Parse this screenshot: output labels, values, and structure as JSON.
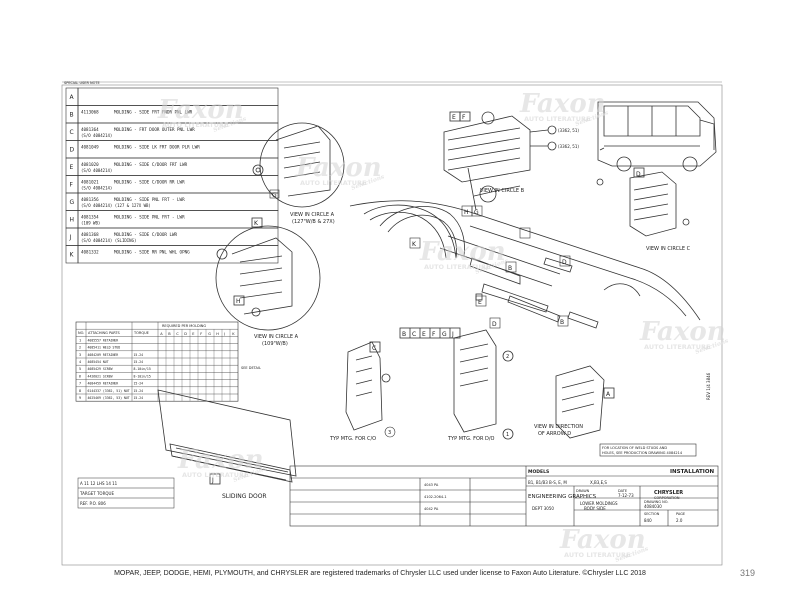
{
  "header_strip": "SPECIAL USER NOTE",
  "parts_table": {
    "rows": [
      {
        "letter": "A",
        "part": "",
        "desc": "",
        "note": ""
      },
      {
        "letter": "B",
        "part": "4113068",
        "desc": "MOLDING - SIDE FRT FNDR PNL LWR",
        "note": ""
      },
      {
        "letter": "C",
        "part": "4081364",
        "desc": "MOLDING - FRT DOOR OUTER PNL LWR",
        "note": "(S/O 4084214)"
      },
      {
        "letter": "D",
        "part": "4081049",
        "desc": "MOLDING - SIDE LK FRT DOOR PLR LWR",
        "note": ""
      },
      {
        "letter": "E",
        "part": "4081020",
        "desc": "MOLDING - SIDE C/DOOR FRT LWR",
        "note": "(S/O 4084214)"
      },
      {
        "letter": "F",
        "part": "4081021",
        "desc": "MOLDING - SIDE C/DOOR RR LWR",
        "note": "(S/O 4084214)"
      },
      {
        "letter": "G",
        "part": "4081356",
        "desc": "MOLDING - SIDE PNL FRT - LWR",
        "note": "(S/O 4084214)  (127 & 127X WB)"
      },
      {
        "letter": "H",
        "part": "4081354",
        "desc": "MOLDING - SIDE PNL FRT - LWR",
        "note": "(109 WB)"
      },
      {
        "letter": "J",
        "part": "4081368",
        "desc": "MOLDING - SIDE C/DOOR LWR",
        "note": "(S/O 4084214)  (SLIDING)"
      },
      {
        "letter": "K",
        "part": "4081332",
        "desc": "MOLDING - SIDE RR PNL WHL OPNG",
        "note": ""
      }
    ]
  },
  "views": {
    "circle_a_127": "VIEW IN CIRCLE A",
    "circle_a_127_sub": "(127\"W/B & 27X)",
    "circle_a_109": "VIEW IN CIRCLE A",
    "circle_a_109_sub": "(109\"W/B)",
    "circle_b": "VIEW IN CIRCLE B",
    "circle_c": "VIEW IN CIRCLE C",
    "direction": "VIEW IN DIRECTION",
    "direction_sub": "OF ARROW D",
    "typ_co": "TYP MTG. FOR C/O",
    "typ_do": "TYP MTG. FOR D/O",
    "sliding_door": "SLIDING DOOR",
    "bolt_note_1": "FOR LOCATION OF WELD STUDS AND",
    "bolt_note_2": "HOLES, SEE PRODUCTION DRAWING 4084214",
    "callout_bceg": [
      "B",
      "C",
      "E",
      "F",
      "G",
      "J"
    ],
    "callout_fgh": [
      "H",
      "G"
    ],
    "callout_ef": [
      "E",
      "F"
    ],
    "nut_b": "(3362, 51)",
    "nut_b2": "(3362, 51)",
    "ref_numbers": [
      "1",
      "2",
      "3"
    ]
  },
  "fastener_table": {
    "headers": [
      "NO.",
      "ATTACHING PARTS",
      "TORQUE",
      "REQUIRED PER MOLDING"
    ],
    "cols": [
      "A",
      "B",
      "C",
      "D",
      "E",
      "F",
      "G",
      "H",
      "J",
      "K"
    ],
    "rows": [
      {
        "no": "1",
        "part": "4085557 RETAINER",
        "torque": ""
      },
      {
        "no": "2",
        "part": "4085411 WELD STUD",
        "torque": ""
      },
      {
        "no": "3",
        "part": "4084209 RETAINER",
        "torque": "15-24"
      },
      {
        "no": "4",
        "part": "4085454 NUT",
        "torque": "15-24"
      },
      {
        "no": "5",
        "part": "4085429 SCREW",
        "torque": "8-10in/15"
      },
      {
        "no": "6",
        "part": "4426021 SCREW",
        "torque": "8-10in/15"
      },
      {
        "no": "7",
        "part": "4084459 RETAINER",
        "torque": "15-24"
      },
      {
        "no": "8",
        "part": "6144337 (3362, 51) NUT",
        "torque": "15-24"
      },
      {
        "no": "9",
        "part": "4025469 (3362, 53) NUT",
        "torque": "15-24"
      }
    ],
    "note": "SEE DETAIL"
  },
  "title_block": {
    "models_label": "MODELS",
    "models": "B1, B1/B3 B-S, E, M",
    "models_2": "X,B3,E,S",
    "installation": "INSTALLATION",
    "dept": "ENGINEERING GRAPHICS",
    "dept_no": "DEPT 3050",
    "company": "CHRYSLER",
    "company_sub": "CORPORATION",
    "title_1": "LOWER MOLDINGS",
    "title_2": "BODY SIDE",
    "drawn": "DRAWN",
    "date_lbl": "DATE",
    "date": "7-12-73",
    "drawing_no_lbl": "DRAWING NO.",
    "drawing_no": "4084030",
    "section_lbl": "SECTION",
    "section": "840",
    "page_lbl": "PAGE",
    "page": "2.0",
    "change_rows": [
      "4043 PA",
      "4102-2064-1",
      "4042 PA"
    ]
  },
  "small_table": {
    "rows": [
      "A  11 12  LHS  14 11",
      "TARGET TORQUE",
      "REF. P.O. 806"
    ]
  },
  "side_tag": "REV 1/4 3846",
  "watermark": {
    "brand": "Faxon",
    "sub": "AUTO LITERATURE",
    "tag": "Selections"
  },
  "footer": "MOPAR, JEEP, DODGE, HEMI, PLYMOUTH, and CHRYSLER are registered trademarks of Chrysler LLC used under license to Faxon Auto Literature. ©Chrysler LLC 2018",
  "page_number": "319"
}
